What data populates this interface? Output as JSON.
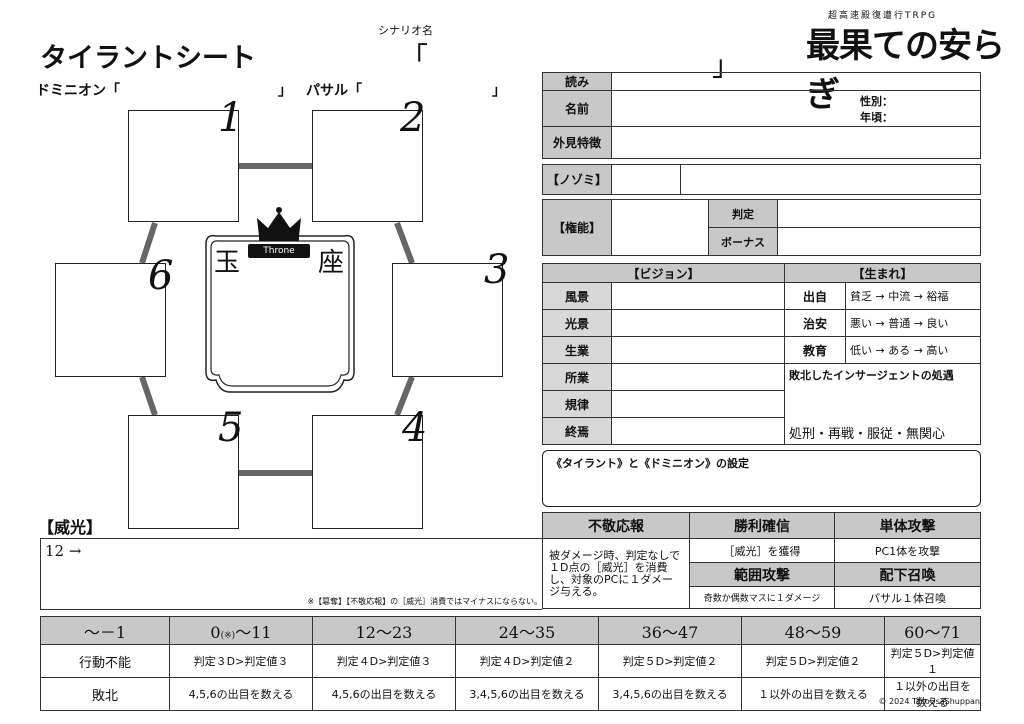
{
  "header": {
    "sheet_title": "タイラントシート",
    "scenario_label": "シナリオ名",
    "bracket_open": "「",
    "bracket_close": "」",
    "logo_small": "超高速殿復遭行TRPG",
    "logo_main": "最果ての安らぎ"
  },
  "names": {
    "dominion_label": "ドミニオン「",
    "dominion_close": "」",
    "pasal_label": "パサル「",
    "pasal_close": "」"
  },
  "board": {
    "slots": [
      "1",
      "2",
      "3",
      "4",
      "5",
      "6"
    ],
    "throne_left": "玉",
    "throne_right": "座",
    "throne_ribbon": "Throne"
  },
  "profile": {
    "reading": "読み",
    "name": "名前",
    "gender": "性別：",
    "age": "年頃：",
    "appearance": "外見特徴",
    "nozomi": "【ノゾミ】",
    "ability": "【権能】",
    "judge": "判定",
    "bonus": "ボーナス"
  },
  "vision": {
    "header": "【ビジョン】",
    "rows": [
      "風景",
      "光景",
      "生業",
      "所業",
      "規律",
      "終焉"
    ]
  },
  "birth": {
    "header": "【生まれ】",
    "rows": [
      {
        "label": "出自",
        "value": "貧乏 → 中流 → 裕福"
      },
      {
        "label": "治安",
        "value": "悪い → 普通 → 良い"
      },
      {
        "label": "教育",
        "value": "低い → ある → 高い"
      }
    ],
    "treatment_label": "敗北したインサージェントの処遇",
    "treatment_value": "処刑・再戦・服従・無関心"
  },
  "setting": {
    "label": "《タイラント》と《ドミニオン》の設定"
  },
  "prestige": {
    "header": "【威光】",
    "value": "12 →",
    "note": "※【簒奪】【不敬応報】の［威光］消費ではマイナスにならない。"
  },
  "actions": {
    "irreverence": {
      "title": "不敬応報",
      "desc": "被ダメージ時、判定なしで１D点の［威光］を消費し、対象のPCに１ダメージ与える。"
    },
    "victory": {
      "title": "勝利確信",
      "desc": "［威光］を獲得"
    },
    "single": {
      "title": "単体攻撃",
      "desc": "PC1体を攻撃"
    },
    "area": {
      "title": "範囲攻撃",
      "desc": "奇数か偶数マスに１ダメージ"
    },
    "summon": {
      "title": "配下召喚",
      "desc": "パサル１体召喚"
    }
  },
  "bottom_table": {
    "headers": [
      "～－1",
      "0",
      "(※)",
      "～11",
      "12～23",
      "24～35",
      "36～47",
      "48～59",
      "60～71"
    ],
    "row1_label": "行動不能",
    "row1": [
      "判定３D>判定値３",
      "判定４D>判定値３",
      "判定４D>判定値２",
      "判定５D>判定値２",
      "判定５D>判定値２",
      "判定５D>判定値１"
    ],
    "row2_label": "敗北",
    "row2": [
      "4,5,6の出目を数える",
      "4,5,6の出目を数える",
      "3,4,5,6の出目を数える",
      "3,4,5,6の出目を数える",
      "１以外の出目を数える",
      "１以外の出目を数える"
    ]
  },
  "footer": {
    "copyright": "© 2024 TacoUsaShuppan"
  }
}
